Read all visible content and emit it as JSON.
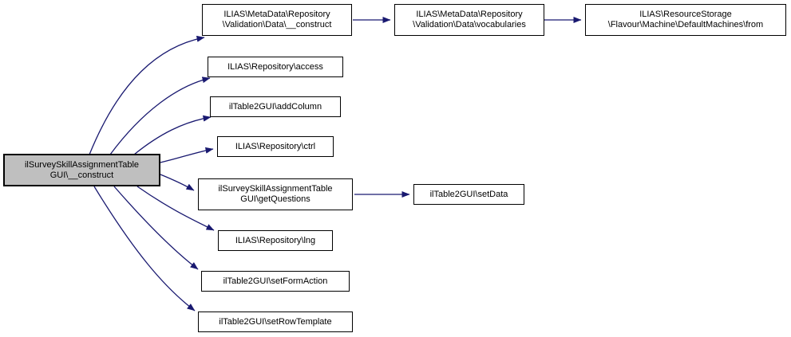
{
  "diagram": {
    "type": "call-graph",
    "colors": {
      "edge": "#191970",
      "node_border": "#000000",
      "node_fill": "#ffffff",
      "highlight_fill": "#bfbfbf",
      "text": "#000000",
      "background": "#ffffff"
    },
    "nodes": [
      {
        "id": "main-construct",
        "label": "ilSurveySkillAssignmentTable\nGUI\\__construct",
        "highlighted": true
      },
      {
        "id": "metadata-construct",
        "label": "ILIAS\\MetaData\\Repository\n\\Validation\\Data\\__construct",
        "highlighted": false
      },
      {
        "id": "repository-access",
        "label": "ILIAS\\Repository\\access",
        "highlighted": false
      },
      {
        "id": "table2gui-addcolumn",
        "label": "ilTable2GUI\\addColumn",
        "highlighted": false
      },
      {
        "id": "repository-ctrl",
        "label": "ILIAS\\Repository\\ctrl",
        "highlighted": false
      },
      {
        "id": "getquestions",
        "label": "ilSurveySkillAssignmentTable\nGUI\\getQuestions",
        "highlighted": false
      },
      {
        "id": "repository-lng",
        "label": "ILIAS\\Repository\\lng",
        "highlighted": false
      },
      {
        "id": "table2gui-setformaction",
        "label": "ilTable2GUI\\setFormAction",
        "highlighted": false
      },
      {
        "id": "table2gui-setrowtemplate",
        "label": "ilTable2GUI\\setRowTemplate",
        "highlighted": false
      },
      {
        "id": "metadata-vocabularies",
        "label": "ILIAS\\MetaData\\Repository\n\\Validation\\Data\\vocabularies",
        "highlighted": false
      },
      {
        "id": "table2gui-setdata",
        "label": "ilTable2GUI\\setData",
        "highlighted": false
      },
      {
        "id": "resourcestorage-from",
        "label": "ILIAS\\ResourceStorage\n\\Flavour\\Machine\\DefaultMachines\\from",
        "highlighted": false
      }
    ],
    "edges": [
      {
        "from": "main-construct",
        "to": "metadata-construct"
      },
      {
        "from": "main-construct",
        "to": "repository-access"
      },
      {
        "from": "main-construct",
        "to": "table2gui-addcolumn"
      },
      {
        "from": "main-construct",
        "to": "repository-ctrl"
      },
      {
        "from": "main-construct",
        "to": "getquestions"
      },
      {
        "from": "main-construct",
        "to": "repository-lng"
      },
      {
        "from": "main-construct",
        "to": "table2gui-setformaction"
      },
      {
        "from": "main-construct",
        "to": "table2gui-setrowtemplate"
      },
      {
        "from": "metadata-construct",
        "to": "metadata-vocabularies"
      },
      {
        "from": "metadata-vocabularies",
        "to": "resourcestorage-from"
      },
      {
        "from": "getquestions",
        "to": "table2gui-setdata"
      }
    ]
  }
}
